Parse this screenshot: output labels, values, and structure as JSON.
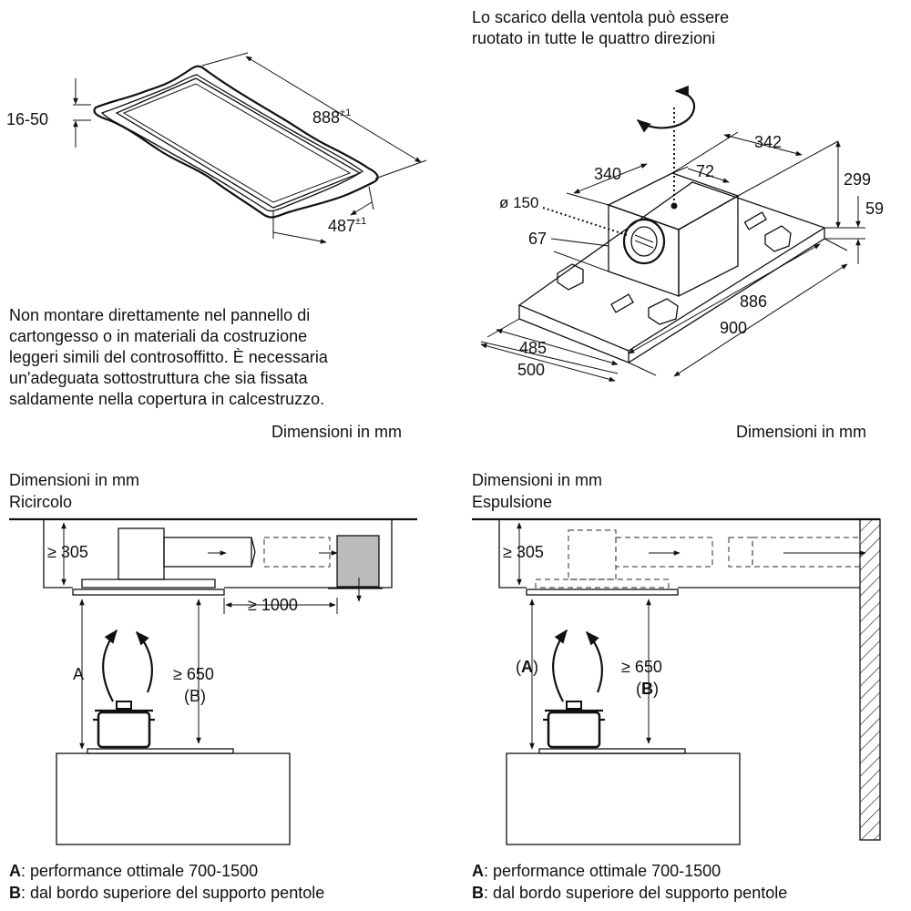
{
  "top_left": {
    "dim_thickness": "16-50",
    "dim_length": "888",
    "dim_length_tol": "±1",
    "dim_width": "487",
    "dim_width_tol": "±1",
    "warning_lines": [
      "Non montare direttamente nel pannello di",
      "cartongesso o in materiali da costruzione",
      "leggeri simili del controsoffitto. È necessaria",
      "un'adeguata sottostruttura che sia fissata",
      "saldamente nella copertura in calcestruzzo."
    ],
    "units_caption": "Dimensioni in mm"
  },
  "top_right": {
    "rotation_note_line1": "Lo scarico della ventola può essere",
    "rotation_note_line2": "ruotato in tutte le quattro direzioni",
    "dim_342": "342",
    "dim_340": "340",
    "dim_72": "72",
    "dim_299": "299",
    "dim_59": "59",
    "dim_diameter": "ø 150",
    "dim_67": "67",
    "dim_886": "886",
    "dim_900": "900",
    "dim_485": "485",
    "dim_500": "500",
    "units_caption": "Dimensioni in mm"
  },
  "bottom_left": {
    "units_caption": "Dimensioni in mm",
    "mode": "Ricircolo",
    "dim_ceiling_gap": "≥ 305",
    "dim_side_gap": "≥ 1000",
    "label_a": "A",
    "dim_height_b": "≥ 650",
    "label_b": "(B)",
    "legend_a_key": "A",
    "legend_a_text": ": performance ottimale 700-1500",
    "legend_b_key": "B",
    "legend_b_text": ": dal bordo superiore del supporto pentole"
  },
  "bottom_right": {
    "units_caption": "Dimensioni in mm",
    "mode": "Espulsione",
    "dim_ceiling_gap": "≥ 305",
    "label_a_open": "(",
    "label_a_key": "A",
    "label_a_close": ")",
    "dim_height_b": "≥ 650",
    "label_b_open": "(",
    "label_b_key": "B",
    "label_b_close": ")",
    "legend_a_key": "A",
    "legend_a_text": ": performance ottimale 700-1500",
    "legend_b_key": "B",
    "legend_b_text": ": dal bordo superiore del supporto pentole"
  }
}
